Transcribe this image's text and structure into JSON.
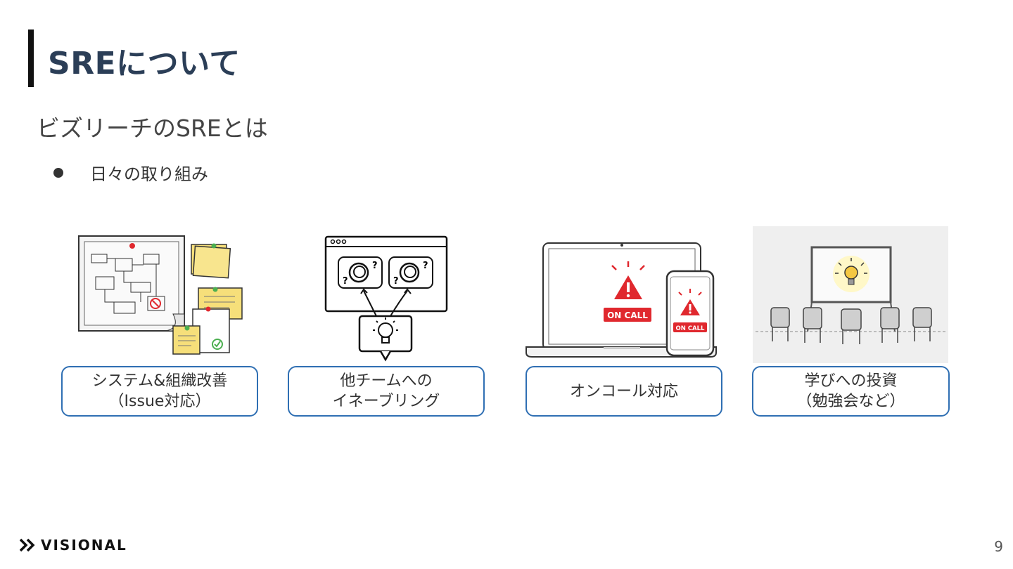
{
  "slide": {
    "title": "SREについて",
    "subtitle": "ビズリーチのSREとは",
    "bullet": "日々の取り組み",
    "page_number": "9"
  },
  "items": [
    {
      "line1": "システム&組織改善",
      "line2": "（Issue対応）"
    },
    {
      "line1": "他チームへの",
      "line2": "イネーブリング"
    },
    {
      "line1": "オンコール対応"
    },
    {
      "line1": "学びへの投資",
      "line2": "（勉強会など）"
    }
  ],
  "oncall_badge": "ON CALL",
  "brand": {
    "name": "VISIONAL"
  },
  "colors": {
    "title": "#2b3e57",
    "box_border": "#2f6fb3",
    "alert_red": "#e0282e",
    "sticky_yellow": "#f6df7a"
  }
}
